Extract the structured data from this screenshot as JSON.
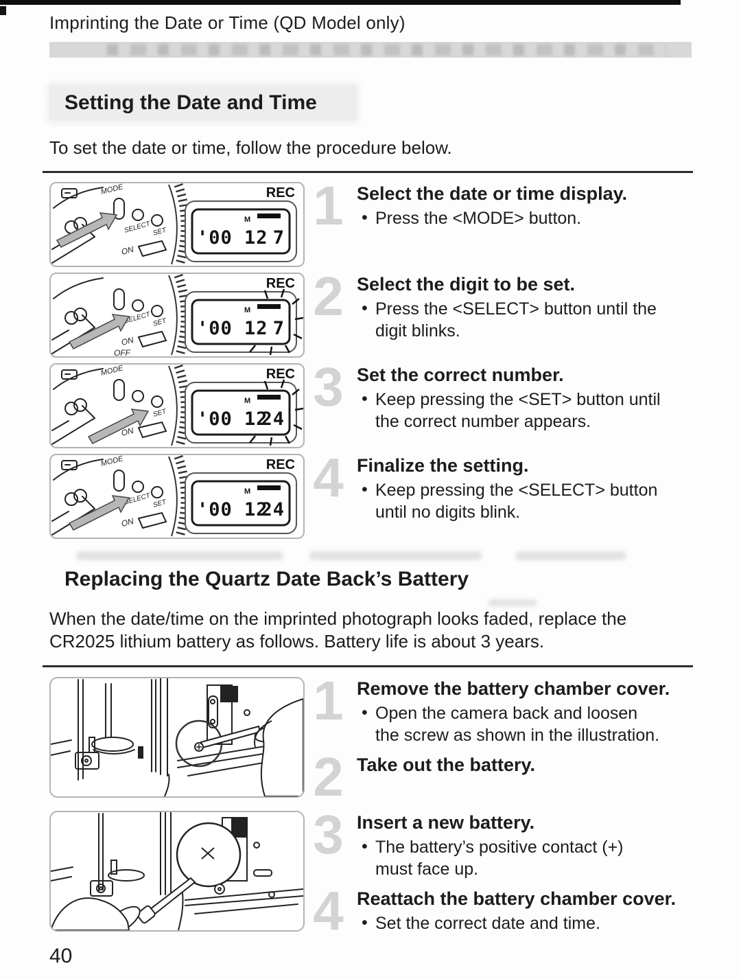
{
  "page": {
    "top_header": "Imprinting the Date or Time (QD Model only)",
    "page_number": "40"
  },
  "camera_labels": {
    "rec": "REC",
    "mode": "MODE",
    "select": "SELECT",
    "set": "SET",
    "on": "ON",
    "off": "OFF",
    "month_marker": "M"
  },
  "datetime_section": {
    "heading": "Setting the Date and Time",
    "intro": "To set the date or time, follow the procedure below.",
    "steps": [
      {
        "number": "1",
        "title": "Select the date or time display.",
        "bullet": "Press the <MODE> button.",
        "lcd_left": "'00 12",
        "lcd_day": "7"
      },
      {
        "number": "2",
        "title": "Select the digit to be set.",
        "bullet": "Press the <SELECT> button until the\ndigit blinks.",
        "lcd_left": "'00 12",
        "lcd_day": "7"
      },
      {
        "number": "3",
        "title": "Set the correct number.",
        "bullet": "Keep pressing the <SET> button until\nthe correct number appears.",
        "lcd_left": "'00 12",
        "lcd_day": "24"
      },
      {
        "number": "4",
        "title": "Finalize the setting.",
        "bullet": "Keep pressing the <SELECT> button\nuntil no digits blink.",
        "lcd_left": "'00 12",
        "lcd_day": "24"
      }
    ]
  },
  "battery_section": {
    "heading": "Replacing the Quartz Date Back’s Battery",
    "intro": "When the date/time on the imprinted photograph looks faded, replace the\nCR2025 lithium battery as follows. Battery life is about 3 years.",
    "steps": [
      {
        "number": "1",
        "title": "Remove the battery chamber cover.",
        "bullet": "Open the camera back and loosen\nthe screw as shown in the illustration."
      },
      {
        "number": "2",
        "title": "Take out the battery.",
        "bullet": ""
      },
      {
        "number": "3",
        "title": "Insert a new battery.",
        "bullet": "The battery’s positive contact (+)\nmust face up."
      },
      {
        "number": "4",
        "title": "Reattach the battery chamber cover.",
        "bullet": "Set the correct date and time."
      }
    ]
  },
  "colors": {
    "page_bg": "#fdfdfd",
    "text": "#1c1c1c",
    "step_number": "#d3d3d3",
    "heading_bg": "#ededed",
    "scan_bar": "#d8d8d8"
  }
}
